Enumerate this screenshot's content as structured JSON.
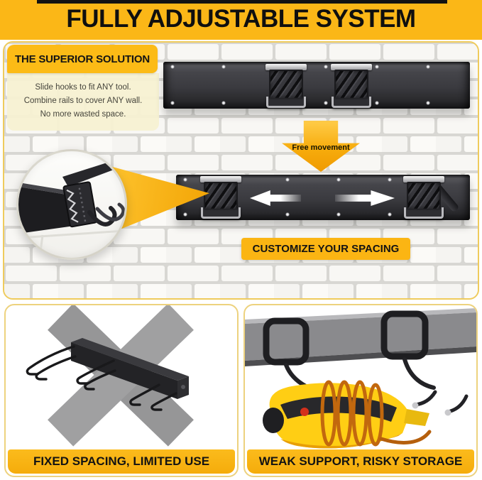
{
  "banner": {
    "title": "FULLY ADJUSTABLE SYSTEM"
  },
  "solution": {
    "label": "THE SUPERIOR SOLUTION",
    "lines": [
      "Slide hooks to fit ANY tool.",
      "Combine rails to cover ANY wall.",
      "No more wasted space."
    ]
  },
  "labels": {
    "free_movement": "Free movement",
    "customize": "CUSTOMIZE YOUR SPACING"
  },
  "comparison": {
    "left_caption": "FIXED SPACING, LIMITED USE",
    "right_caption": "WEAK SUPPORT, RISKY STORAGE"
  },
  "colors": {
    "accent_yellow": "#FBB717",
    "label_yellow": "#FCBB16",
    "caption_yellow": "#F8B313",
    "arrow_orange": "#F2A303",
    "cream_box": "#F7F1D1",
    "rail_dark": "#3A3A3F",
    "text_black": "#111111"
  }
}
